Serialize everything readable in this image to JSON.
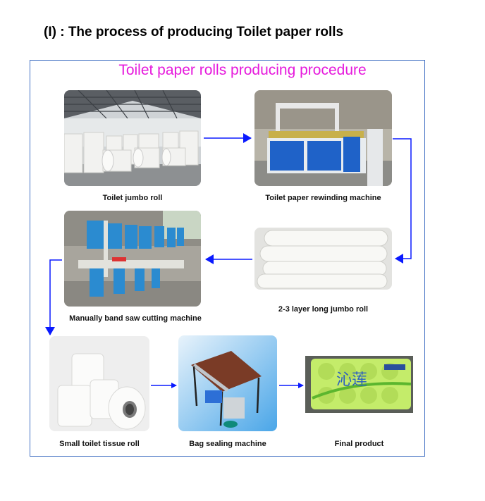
{
  "heading": "(I) : The process of producing Toilet paper rolls",
  "diagram": {
    "title": "Toilet paper rolls producing procedure",
    "title_color": "#e619dc",
    "border_color": "#4472c4",
    "arrow_color": "#0a1aff",
    "steps": [
      {
        "label": "Toilet jumbo roll",
        "image": "warehouse-jumbo-rolls-photo"
      },
      {
        "label": "Toilet paper rewinding machine",
        "image": "rewinding-machine-photo"
      },
      {
        "label": "2-3 layer long jumbo roll",
        "image": "long-jumbo-rolls-photo"
      },
      {
        "label": "Manually band saw cutting machine",
        "image": "band-saw-machines-photo"
      },
      {
        "label": "Small toilet tissue roll",
        "image": "small-tissue-rolls-photo"
      },
      {
        "label": "Bag sealing machine",
        "image": "bag-sealing-machine-photo"
      },
      {
        "label": "Final product",
        "image": "packaged-product-photo"
      }
    ],
    "product_brand_text": "沁莲"
  }
}
